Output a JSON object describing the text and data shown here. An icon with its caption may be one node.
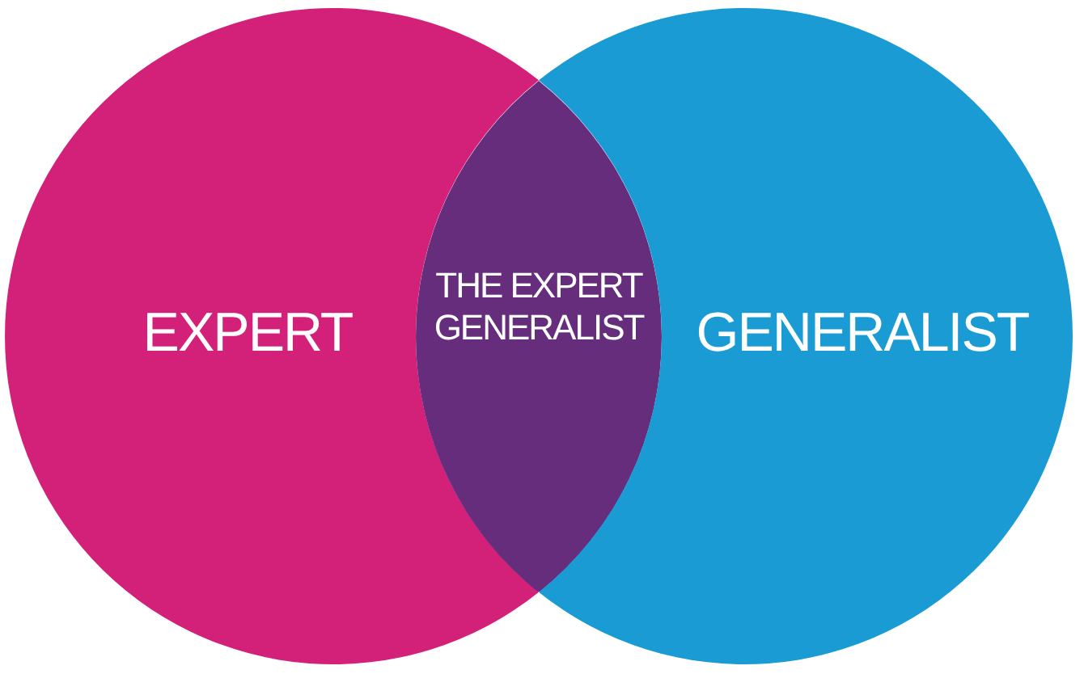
{
  "diagram": {
    "nodes": [
      {
        "text": [
          "EXPERT"
        ]
      },
      {
        "text": [
          "THE EXPERT GENERALIST"
        ]
      },
      {
        "text": [
          "GENERALIST"
        ]
      }
    ]
  }
}
